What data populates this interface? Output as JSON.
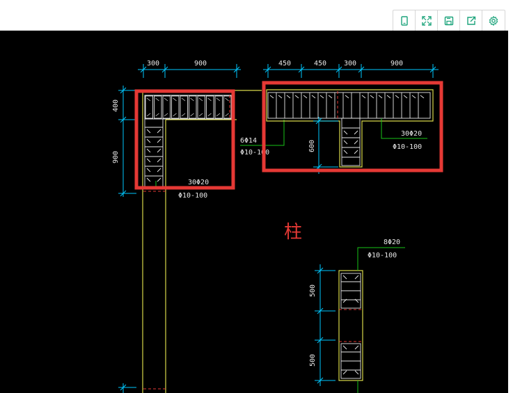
{
  "toolbar": {
    "buttons": [
      {
        "name": "page-view-icon",
        "title": "page"
      },
      {
        "name": "fullscreen-icon",
        "title": "fullscreen"
      },
      {
        "name": "save-icon",
        "title": "save"
      },
      {
        "name": "share-icon",
        "title": "share"
      },
      {
        "name": "settings-icon",
        "title": "settings"
      }
    ],
    "accent_color": "#1aa37a"
  },
  "drawing": {
    "background_color": "#000000",
    "highlight_color": "#e53935",
    "dim_color": "#00c8ff",
    "wall_color": "#d8d84a",
    "leader_color": "#19c419",
    "label_color": "#e8e8e8",
    "center_label": "柱",
    "left_section": {
      "top_dims": [
        "300",
        "900"
      ],
      "side_dims": [
        "400",
        "900"
      ],
      "rebar_main": "30Φ20",
      "stirrup": "Φ10-100",
      "leader_main": "6Φ14",
      "leader_stirrup": "Φ10-100"
    },
    "right_section": {
      "top_dims": [
        "450",
        "450",
        "300",
        "900"
      ],
      "side_dim": "600",
      "rebar_main": "30Φ20",
      "stirrup": "Φ10-100"
    },
    "column_section": {
      "side_dims": [
        "500",
        "500"
      ],
      "rebar_main": "8Φ20",
      "stirrup": "Φ10-100"
    }
  }
}
